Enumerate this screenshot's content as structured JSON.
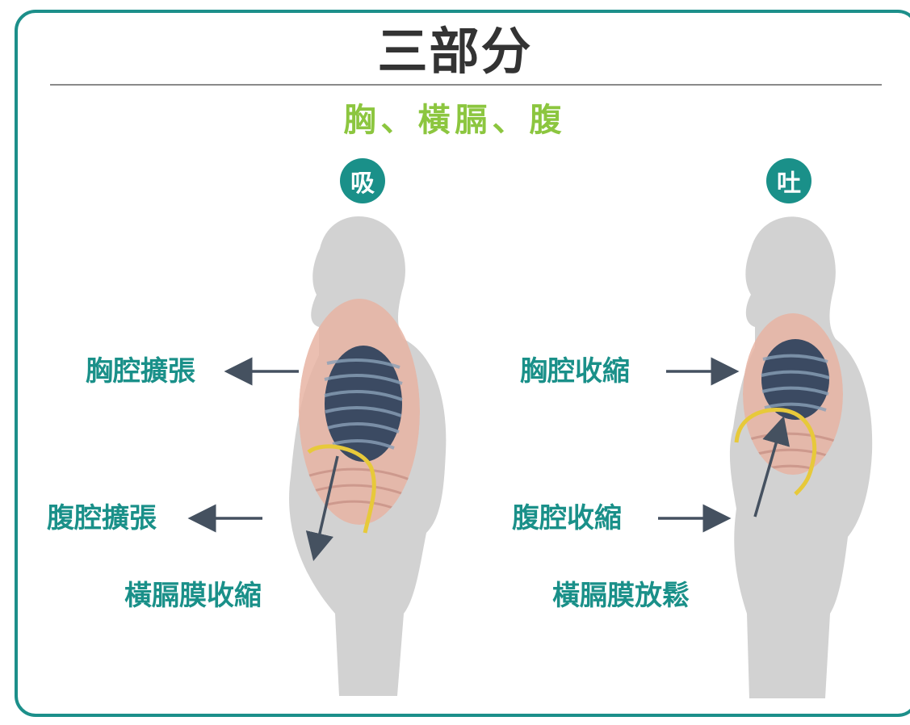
{
  "title": "三部分",
  "subtitle": "胸、橫膈、腹",
  "inhale": {
    "badge": "吸",
    "chest_label": "胸腔擴張",
    "abdomen_label": "腹腔擴張",
    "diaphragm_label": "橫膈膜收縮"
  },
  "exhale": {
    "badge": "吐",
    "chest_label": "胸腔收縮",
    "abdomen_label": "腹腔收縮",
    "diaphragm_label": "橫膈膜放鬆"
  },
  "colors": {
    "frame": "#1c8f8a",
    "accent_teal": "#1a9089",
    "accent_green": "#8cc63f",
    "body": "#d2d2d2",
    "ribs": "#3b4a62",
    "diaphragm": "#e7c93a",
    "arrow": "#455160"
  }
}
